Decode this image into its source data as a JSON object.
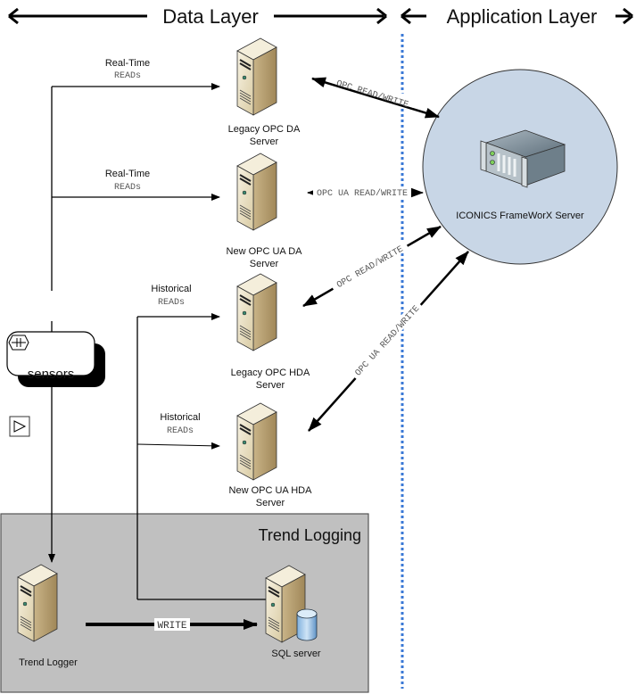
{
  "header": {
    "data_layer": "Data Layer",
    "application_layer": "Application Layer"
  },
  "sections": {
    "trend_logging": "Trend Logging"
  },
  "colors": {
    "divider": "#3a78d6",
    "app_circle_fill": "#c8d6e6",
    "trend_box_fill": "#c0c0c0",
    "server_body": "#e9dfc4"
  },
  "nodes": {
    "sensors": "sensors",
    "legacy_opc_da": [
      "Legacy OPC DA",
      "Server"
    ],
    "new_opc_ua_da": [
      "New OPC UA DA",
      "Server"
    ],
    "legacy_opc_hda": [
      "Legacy OPC HDA",
      "Server"
    ],
    "new_opc_ua_hda": [
      "New OPC UA HDA",
      "Server"
    ],
    "frameworx": "ICONICS FrameWorX Server",
    "trend_logger": "Trend Logger",
    "sql_server": "SQL server"
  },
  "edges": {
    "rt1": {
      "title": "Real-Time",
      "sub": "READs"
    },
    "rt2": {
      "title": "Real-Time",
      "sub": "READs"
    },
    "hist1": {
      "title": "Historical",
      "sub": "READs"
    },
    "hist2": {
      "title": "Historical",
      "sub": "READs"
    },
    "opc_rw_top": "OPC READ/WRITE",
    "opc_ua_rw_mid": "OPC UA READ/WRITE",
    "opc_rw_hda": "OPC READ/WRITE",
    "opc_ua_rw_hda": "OPC UA READ/WRITE",
    "write": "WRITE"
  }
}
